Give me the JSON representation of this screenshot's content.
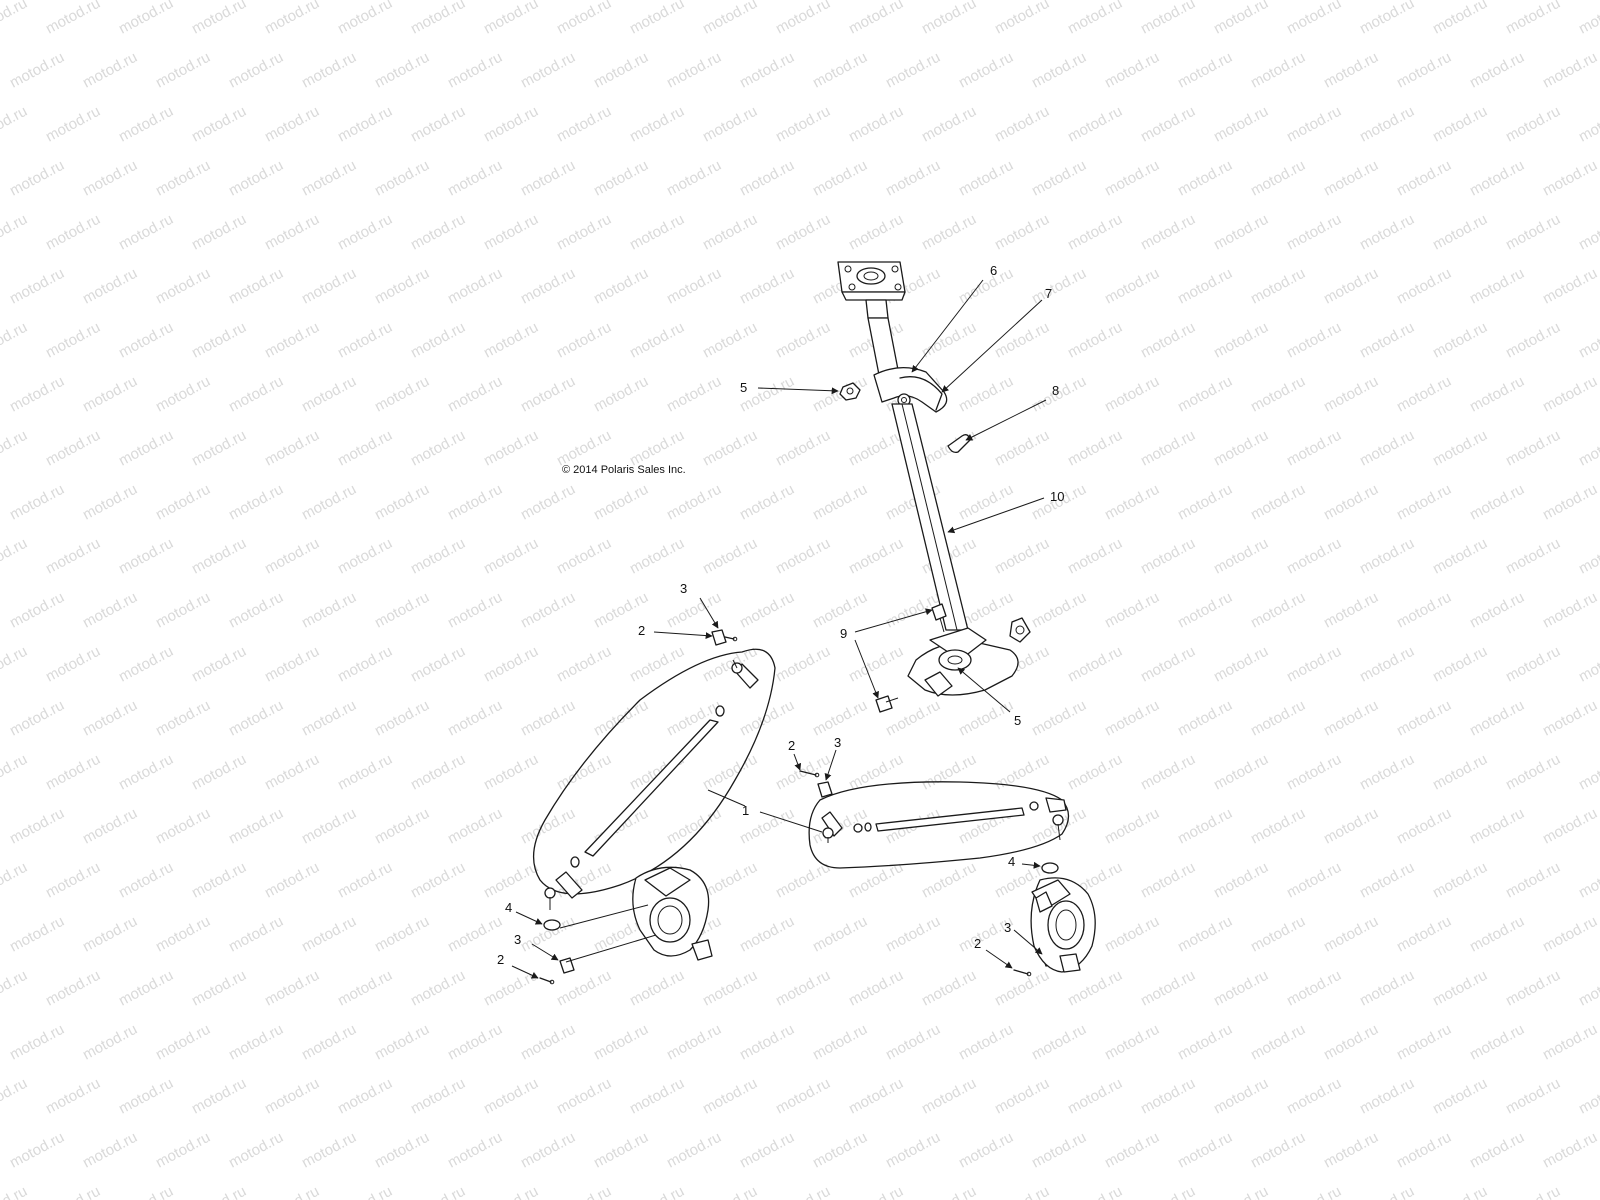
{
  "watermark": {
    "text": "motod.ru",
    "color": "#d9d9d9"
  },
  "copyright": "© 2014 Polaris Sales Inc.",
  "colors": {
    "line": "#1a1a1a",
    "background": "#ffffff"
  },
  "callouts": {
    "c1": "1",
    "c2a": "2",
    "c2b": "2",
    "c2c": "2",
    "c2d": "2",
    "c3a": "3",
    "c3b": "3",
    "c3c": "3",
    "c3d": "3",
    "c4a": "4",
    "c4b": "4",
    "c5a": "5",
    "c5b": "5",
    "c6": "6",
    "c7": "7",
    "c8": "8",
    "c9": "9",
    "c10": "10"
  }
}
